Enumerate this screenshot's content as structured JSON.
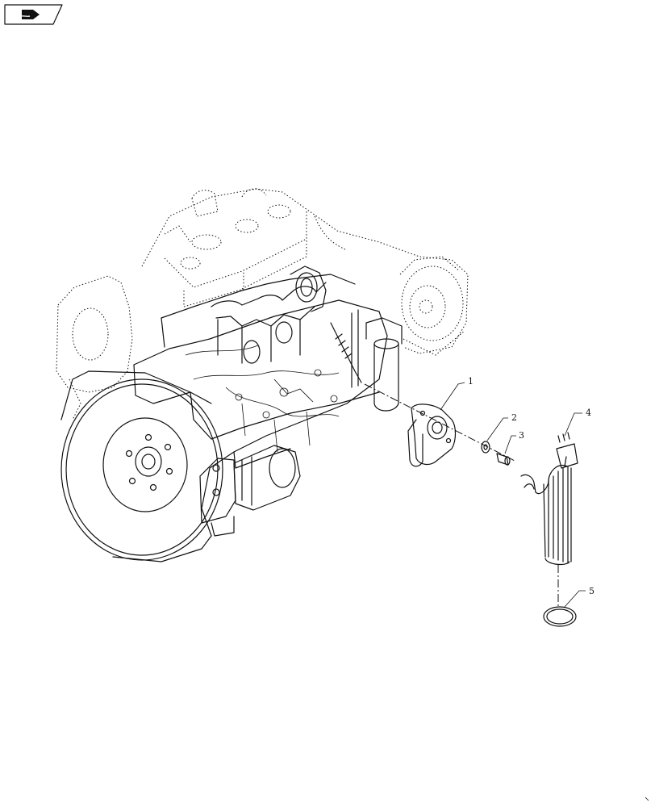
{
  "callouts": [
    "1",
    "2",
    "3",
    "4",
    "5"
  ],
  "icons": {
    "nav": "forward-arrow-icon"
  },
  "colors": {
    "line": "#111111",
    "background": "#ffffff"
  }
}
